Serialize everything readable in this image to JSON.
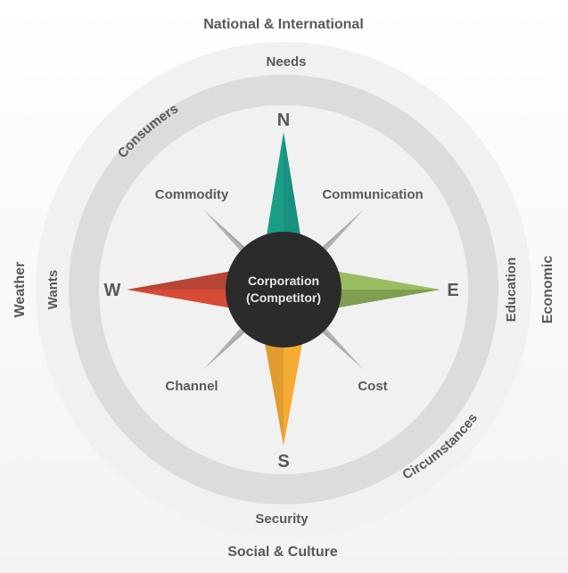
{
  "diagram": {
    "type": "compass",
    "center": {
      "line1": "Corporation",
      "line2": "(Competitor)"
    },
    "cardinal": {
      "north": "N",
      "south": "S",
      "east": "E",
      "west": "W"
    },
    "inner_points": {
      "northwest": "Commodity",
      "northeast": "Communication",
      "southwest": "Channel",
      "southeast": "Cost"
    },
    "ring_labels": {
      "top": "Needs",
      "upper_left": "Consumers",
      "left": "Wants",
      "right": "Education",
      "lower_right": "Circumstances",
      "bottom": "Security"
    },
    "outer_labels": {
      "top": "National & International",
      "left": "Weather",
      "right": "Economic",
      "bottom": "Social & Culture"
    },
    "colors": {
      "north": "#1a9e85",
      "south": "#f2a52b",
      "east": "#8fb55a",
      "west": "#cc4433",
      "diagonal": "#a6a6a6",
      "center": "#2b2b2b",
      "ring": "#dcdcdc",
      "outer_disc": "#f0f0f0",
      "text": "#595959"
    }
  }
}
